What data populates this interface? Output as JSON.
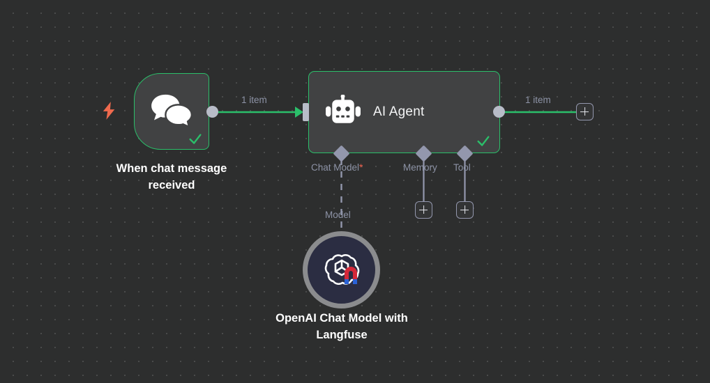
{
  "canvas": {
    "background_color": "#2d2e2e",
    "grid_dot_color": "#4a4b4b",
    "accent_green": "#2bbf6a",
    "node_fill": "#414243",
    "label_color": "#8d93a6",
    "diamond_color": "#9397ad",
    "required_star_color": "#ef5f4c",
    "trigger_bolt_color": "#ef6a4e"
  },
  "nodes": {
    "trigger": {
      "caption": "When chat message received",
      "icon": "chat-bubbles-icon",
      "status": "success",
      "status_icon": "check-icon",
      "trigger_icon": "lightning-bolt-icon"
    },
    "agent": {
      "title": "AI Agent",
      "icon": "robot-icon",
      "status": "success",
      "status_icon": "check-icon",
      "sub_ports": [
        {
          "label": "Chat Model",
          "required": true,
          "required_marker": "*"
        },
        {
          "label": "Memory",
          "required": false,
          "required_marker": ""
        },
        {
          "label": "Tool",
          "required": false,
          "required_marker": ""
        }
      ]
    },
    "openai": {
      "caption": "OpenAI Chat Model with Langfuse",
      "icon": "openai-logo-icon",
      "overlay_icon": "magnet-icon"
    }
  },
  "edges": {
    "trigger_to_agent_label": "1 item",
    "agent_output_label": "1 item",
    "chat_model_label": "Model"
  },
  "buttons": {
    "add_main_label": "+",
    "add_memory_label": "+",
    "add_tool_label": "+"
  }
}
